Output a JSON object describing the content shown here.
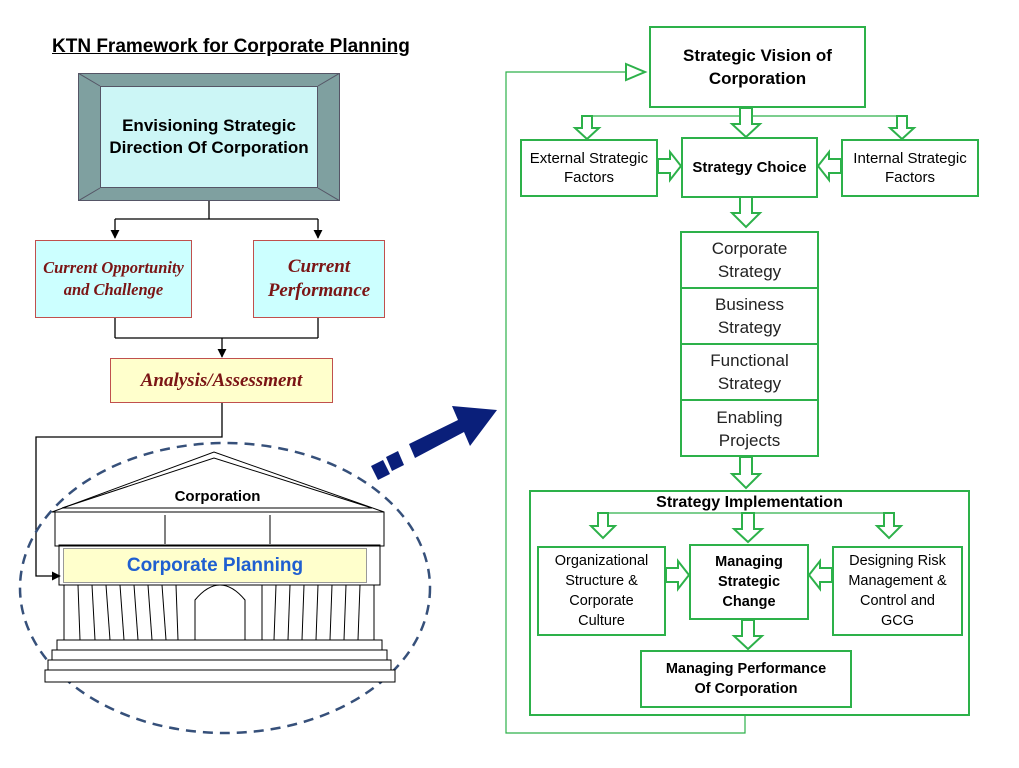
{
  "left": {
    "title": "KTN Framework for Corporate Planning",
    "envision": "Envisioning Strategic Direction Of Corporation",
    "current_opportunity": "Current Opportunity and Challenge",
    "current_performance": "Current Performance",
    "analysis": "Analysis/Assessment",
    "corporation": "Corporation",
    "corporate_planning": "Corporate Planning"
  },
  "right": {
    "vision": "Strategic Vision of Corporation",
    "external": "External Strategic Factors",
    "strategy_choice": "Strategy Choice",
    "internal": "Internal Strategic Factors",
    "stack": [
      "Corporate Strategy",
      "Business Strategy",
      "Functional Strategy",
      "Enabling Projects"
    ],
    "implementation_title": "Strategy Implementation",
    "org_structure": "Organizational Structure & Corporate Culture",
    "managing_change": "Managing Strategic Change",
    "risk": "Designing Risk Management & Control and GCG",
    "performance": "Managing Performance Of Corporation"
  },
  "colors": {
    "green": "#2db14a",
    "cyan_box": "#ccf6f6",
    "pale_yellow": "#ffffcc",
    "maroon_text": "#7b1515",
    "navy_arrow": "#0a1f7a",
    "blue_text": "#1f5fd0"
  }
}
